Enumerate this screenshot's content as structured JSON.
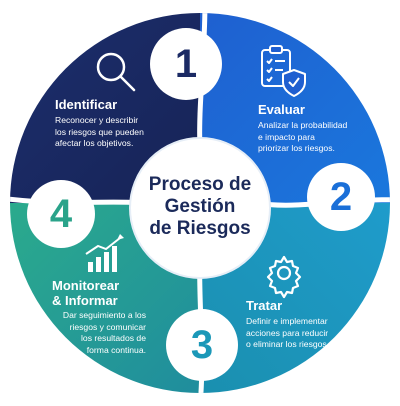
{
  "center": {
    "line1": "Proceso de",
    "line2": "Gestión",
    "line3": "de Riesgos"
  },
  "steps": [
    {
      "number": "1",
      "title": "Identificar",
      "desc": [
        "Reconocer y describir",
        "los riesgos que pueden",
        "afectar los objetivos."
      ],
      "icon": "magnifier-icon",
      "color": "#1b2a64"
    },
    {
      "number": "2",
      "title": "Evaluar",
      "desc": [
        "Analizar la probabilidad",
        "e impacto para",
        "priorizar los riesgos."
      ],
      "icon": "clipboard-check-icon",
      "color": "#1a6fd8"
    },
    {
      "number": "3",
      "title": "Tratar",
      "desc": [
        "Definir e implementar",
        "acciones para reducir",
        "o eliminar los riesgos."
      ],
      "icon": "gear-icon",
      "color": "#1b98b8"
    },
    {
      "number": "4",
      "title": "Monitorear",
      "title2": "& Informar",
      "desc": [
        "Dar seguimiento a los",
        "riesgos y comunicar",
        "los resultados de",
        "forma continua."
      ],
      "icon": "growth-chart-icon",
      "color": "#2aa38a"
    }
  ]
}
